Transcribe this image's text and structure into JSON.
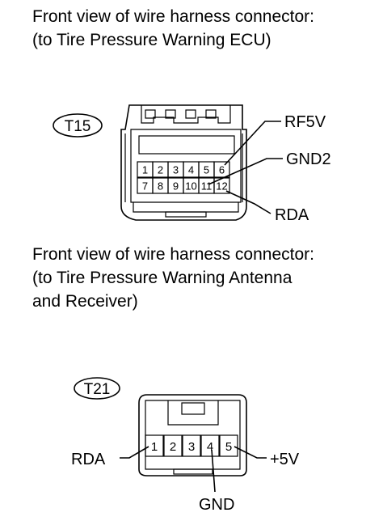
{
  "connector_ecu": {
    "caption_line1": "Front view of wire harness connector:",
    "caption_line2": "(to Tire Pressure Warning ECU)",
    "id": "T15",
    "pins_row1": [
      "1",
      "2",
      "3",
      "4",
      "5",
      "6"
    ],
    "pins_row2": [
      "7",
      "8",
      "9",
      "10",
      "11",
      "12"
    ],
    "terminals": [
      {
        "label": "RF5V",
        "pin": "6"
      },
      {
        "label": "GND2",
        "pin": "11"
      },
      {
        "label": "RDA",
        "pin": "12"
      }
    ]
  },
  "connector_antenna": {
    "caption_line1": "Front view of wire harness connector:",
    "caption_line2": "(to Tire Pressure Warning Antenna",
    "caption_line3": "and Receiver)",
    "id": "T21",
    "pins": [
      "1",
      "2",
      "3",
      "4",
      "5"
    ],
    "terminals": [
      {
        "label": "RDA",
        "pin": "1"
      },
      {
        "label": "GND",
        "pin": "4"
      },
      {
        "label": "+5V",
        "pin": "5"
      }
    ]
  }
}
